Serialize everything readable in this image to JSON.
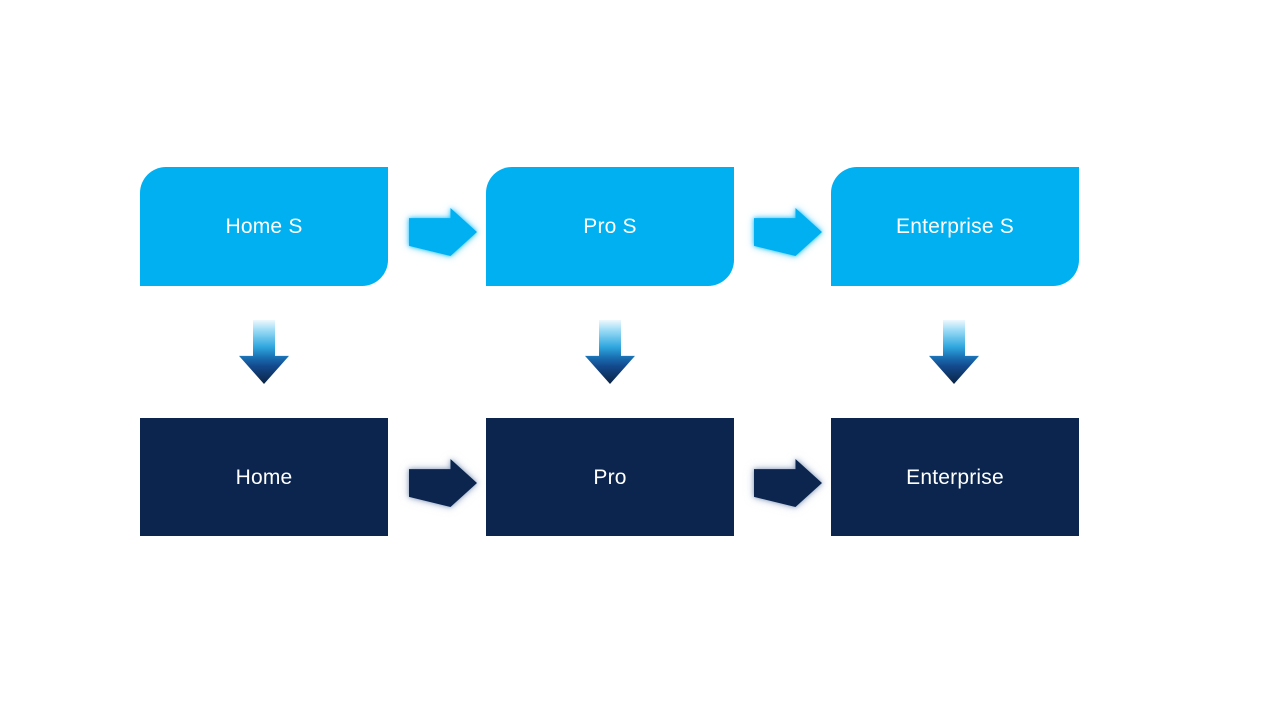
{
  "diagram": {
    "type": "flow",
    "columns": [
      {
        "id": "home",
        "top_label": "Home S",
        "bottom_label": "Home"
      },
      {
        "id": "pro",
        "top_label": "Pro S",
        "bottom_label": "Pro"
      },
      {
        "id": "enterprise",
        "top_label": "Enterprise S",
        "bottom_label": "Enterprise"
      }
    ],
    "edges": [
      {
        "from": "Home S",
        "to": "Pro S",
        "direction": "right"
      },
      {
        "from": "Pro S",
        "to": "Enterprise S",
        "direction": "right"
      },
      {
        "from": "Home S",
        "to": "Home",
        "direction": "down"
      },
      {
        "from": "Pro S",
        "to": "Pro",
        "direction": "down"
      },
      {
        "from": "Enterprise S",
        "to": "Enterprise",
        "direction": "down"
      },
      {
        "from": "Home",
        "to": "Pro",
        "direction": "right"
      },
      {
        "from": "Pro",
        "to": "Enterprise",
        "direction": "right"
      }
    ],
    "colors": {
      "background": "#FFFFFF",
      "top_node_fill": "#00B0F0",
      "bottom_node_fill": "#0B254E",
      "node_text": "#FFFFFF",
      "down_arrow_gradient_top": "#EEF8FE",
      "down_arrow_gradient_bottom": "#0B2344"
    }
  }
}
